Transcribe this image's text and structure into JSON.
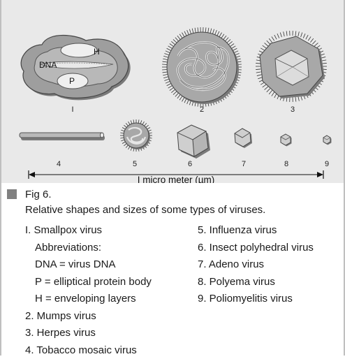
{
  "figure": {
    "fig_label": "Fig 6.",
    "description": "Relative shapes and sizes of some types of viruses.",
    "scale_label": "I micro meter (µm)",
    "shape_numbers": [
      "I",
      "2",
      "3",
      "4",
      "5",
      "6",
      "7",
      "8",
      "9"
    ],
    "smallpox_labels": {
      "h": "H",
      "dna": "DNA",
      "p": "P"
    }
  },
  "legend": {
    "left": [
      {
        "text": "I. Smallpox virus",
        "indent": false
      },
      {
        "text": "Abbreviations:",
        "indent": true
      },
      {
        "text": "DNA = virus DNA",
        "indent": true
      },
      {
        "text": "P = elliptical protein body",
        "indent": true
      },
      {
        "text": "H = enveloping layers",
        "indent": true
      },
      {
        "text": "2. Mumps virus",
        "indent": false
      },
      {
        "text": "3. Herpes virus",
        "indent": false
      },
      {
        "text": "4. Tobacco mosaic virus",
        "indent": false
      }
    ],
    "right": [
      "5. Influenza virus",
      "6. Insect polyhedral virus",
      "7. Adeno virus",
      "8. Polyema virus",
      "9. Poliomyelitis virus"
    ]
  },
  "colors": {
    "panel": "#e9e9e9",
    "virus_fill": "#b3b3b3",
    "virus_dark": "#7f7f7f",
    "marker": "#808080"
  }
}
